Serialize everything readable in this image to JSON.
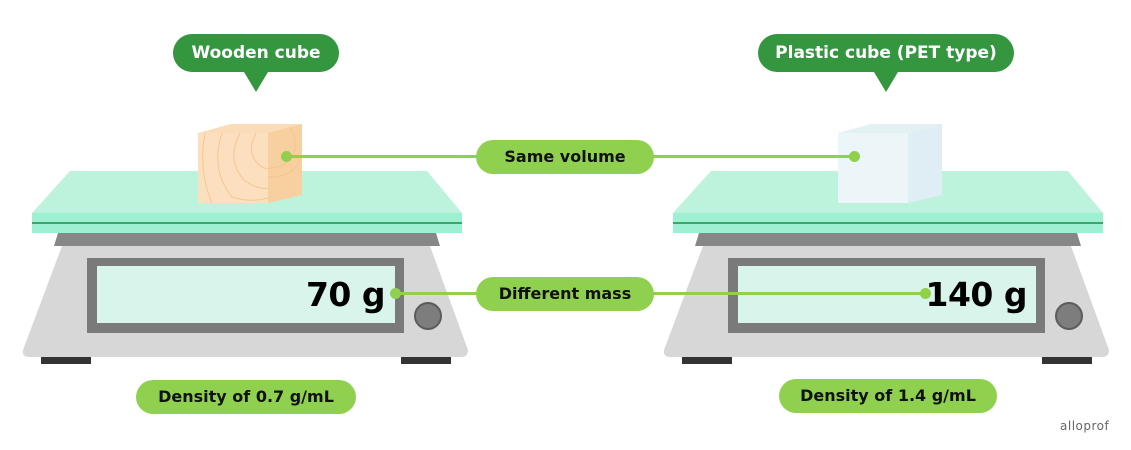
{
  "colors": {
    "callout_green": "#34963f",
    "label_green": "#8fd14f",
    "platform_top": "#bdf2dc",
    "platform_edge": "#9ef0d2",
    "platform_line": "#3aa86a",
    "scale_body": "#d7d7d7",
    "scale_neck": "#878787",
    "display_frame": "#7a7a7a",
    "display_screen": "#d9f4ea",
    "button": "#7d7d7d",
    "feet": "#333333",
    "wood_front": "#fbdfbf",
    "wood_side": "#f8cf9f",
    "plastic_front": "#ecf5f8",
    "plastic_side": "#dfeef4"
  },
  "left": {
    "callout": "Wooden cube",
    "reading": "70 g",
    "density": "Density of 0.7 g/mL"
  },
  "right": {
    "callout": "Plastic cube (PET type)",
    "reading": "140 g",
    "density": "Density of 1.4 g/mL"
  },
  "center": {
    "volume_label": "Same volume",
    "mass_label": "Different mass"
  },
  "brand": "alloprof"
}
